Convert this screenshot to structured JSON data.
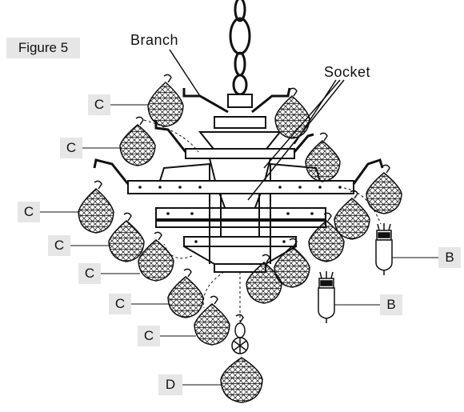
{
  "figure": {
    "label": "Figure 5"
  },
  "callouts": {
    "branch": "Branch",
    "socket": "Socket"
  },
  "labels": {
    "c": "C",
    "b": "B",
    "d": "D"
  },
  "colors": {
    "line": "#111111",
    "tag_bg": "#e6e6e6",
    "crystal_fill": "#ffffff"
  }
}
